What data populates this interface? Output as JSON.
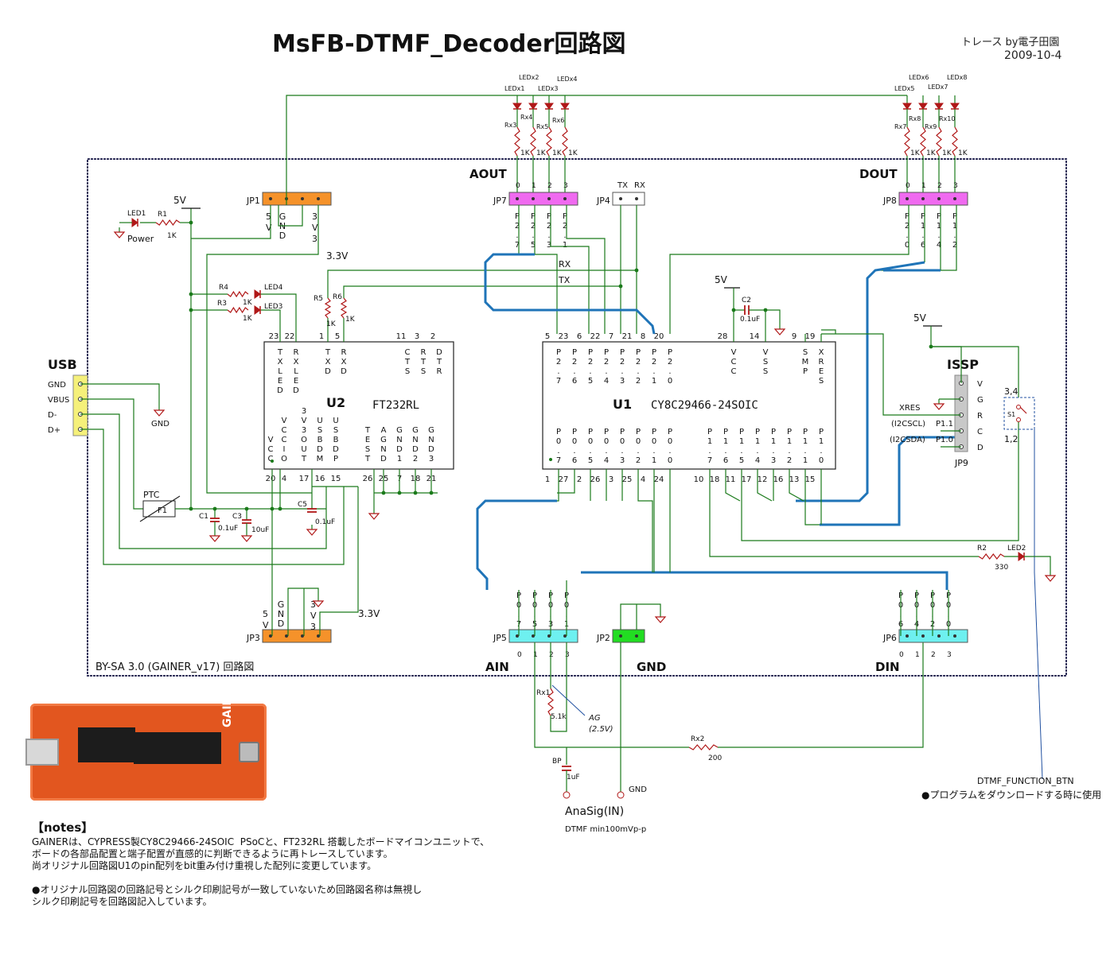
{
  "title": "MsFB-DTMF_Decoder回路図",
  "credit": "トレース by電子田園",
  "date": "2009-10-4",
  "board_footer": "BY-SA 3.0 (GAINER_v17) 回路図",
  "colors": {
    "board_border": "#30305a",
    "wire": "#1a7a1a",
    "bus": "#1f74b8",
    "component": "#b01818",
    "jumper_orange": "#f5922a",
    "jumper_magenta": "#f06af0",
    "jumper_cyan": "#6ef0f0",
    "jumper_green": "#22dd22",
    "connector_yellow": "#f5f07a"
  },
  "sections": {
    "aout": "AOUT",
    "dout": "DOUT",
    "ain": "AIN",
    "gnd": "GND",
    "din": "DIN",
    "usb": "USB",
    "issp": "ISSP"
  },
  "usb_pins": [
    "GND",
    "VBUS",
    "D-",
    "D+"
  ],
  "labels": {
    "v5": "5V",
    "v33": "3.3V",
    "gnd": "GND",
    "power": "Power",
    "led1": "LED1",
    "r1": "R1",
    "r1k": "1K",
    "jp1": "JP1",
    "jp1_pins": [
      "5",
      "V",
      "G",
      "N",
      "D",
      "3",
      "V",
      "3"
    ],
    "jp3": "JP3",
    "jp3_pins": [
      "5",
      "V",
      "G",
      "N",
      "D",
      "3",
      "V",
      "3"
    ],
    "jp4": "JP4",
    "jp4_pins": [
      "TX",
      "RX"
    ],
    "tx": "TX",
    "rx": "RX",
    "r4": "R4",
    "r3": "R3",
    "led4": "LED4",
    "led3": "LED3",
    "r5": "R5",
    "r6": "R6",
    "ptc": "PTC",
    "f1": "F1",
    "c1": "C1",
    "c1v": "0.1uF",
    "c3": "C3",
    "c3v": "10uF",
    "c5": "C5",
    "c5v": "0.1uF",
    "c2": "C2",
    "c2v": "0.1uF",
    "jp2": "JP2",
    "jp5": "JP5",
    "jp6": "JP6",
    "jp7": "JP7",
    "jp8": "JP8",
    "jp9": "JP9",
    "jp9_pins": [
      "V",
      "G",
      "R",
      "C",
      "D"
    ],
    "xres": "XRES",
    "i2cscl": "(I2CSCL)",
    "p11": "P1.1",
    "i2csda": "(I2CSDA)",
    "p10": "P1.0",
    "s1": "S1",
    "s1_top": "3,4",
    "s1_bot": "1,2",
    "r2": "R2",
    "r2v": "330",
    "led2": "LED2",
    "rx1": "Rx1",
    "rx1v": "5.1k",
    "ag": "AG",
    "agv": "(2.5V)",
    "rx2": "Rx2",
    "rx2v": "200",
    "bp": "BP",
    "bpv": "1uF",
    "anasig": "AnaSig(IN)",
    "dtmf_min": "DTMF min100mVp-p",
    "gnd_out": "GND",
    "dtmf_btn": "DTMF_FUNCTION_BTN",
    "dtmf_btn_note": "●プログラムをダウンロードする時に使用"
  },
  "u2": {
    "ref": "U2",
    "name": "FT232RL",
    "top_pins": [
      "23",
      "22",
      "1",
      "5",
      "11",
      "3",
      "2"
    ],
    "top_names": [
      "TXLED",
      "RXLED",
      "TXD",
      "RXD",
      "CTS",
      "RTS",
      "DTR"
    ],
    "bottom_pins": [
      "20",
      "4",
      "17",
      "16",
      "15",
      "26",
      "25",
      "7",
      "18",
      "21"
    ],
    "bottom_names": [
      "VCC",
      "VCCIO",
      "3V3OUT",
      "USBDM",
      "USBDP",
      "TEST",
      "AGND",
      "GND1",
      "GND2",
      "GND3"
    ]
  },
  "u1": {
    "ref": "U1",
    "name": "CY8C29466-24SOIC",
    "top_pins": [
      "5",
      "23",
      "6",
      "22",
      "7",
      "21",
      "8",
      "20",
      "28",
      "14",
      "9",
      "19"
    ],
    "top_names": [
      "P2.7",
      "P2.6",
      "P2.5",
      "P2.4",
      "P2.3",
      "P2.2",
      "P2.1",
      "P2.0",
      "VCC",
      "VSS",
      "SMP",
      "XRES"
    ],
    "bottom_pins": [
      "1",
      "27",
      "2",
      "26",
      "3",
      "25",
      "4",
      "24",
      "10",
      "18",
      "11",
      "17",
      "12",
      "16",
      "13",
      "15"
    ],
    "bottom_names": [
      "P0.7",
      "P0.6",
      "P0.5",
      "P0.4",
      "P0.3",
      "P0.2",
      "P0.1",
      "P0.0",
      "P1.7",
      "P1.6",
      "P1.5",
      "P1.4",
      "P1.3",
      "P1.2",
      "P1.1",
      "P1.0"
    ]
  },
  "aout_leds": [
    "LEDx1",
    "LEDx2",
    "LEDx3",
    "LEDx4"
  ],
  "aout_res": [
    "Rx3",
    "Rx4",
    "Rx5",
    "Rx6"
  ],
  "dout_leds": [
    "LEDx5",
    "LEDx6",
    "LEDx7",
    "LEDx8"
  ],
  "dout_res": [
    "Rx7",
    "Rx8",
    "Rx9",
    "Rx10"
  ],
  "res_value": "1K",
  "jp_index": [
    "0",
    "1",
    "2",
    "3"
  ],
  "jp7_ports": [
    "P2.7",
    "P2.5",
    "P2.3",
    "P2.1"
  ],
  "jp8_ports": [
    "P2.0",
    "P1.6",
    "P1.4",
    "P1.2"
  ],
  "jp5_ports": [
    "P0.7",
    "P0.5",
    "P0.3",
    "P0.1"
  ],
  "jp6_ports": [
    "P0.6",
    "P0.4",
    "P0.2",
    "P0.0"
  ],
  "notes_title": "【notes】",
  "notes_text": "GAINERは、CYPRESS製CY8C29466-24SOIC  PSoCと、FT232RL 搭載したボードマイコンユニットで、\nボードの各部品配置と端子配置が直感的に判断できるように再トレースしています。\n尚オリジナル回路図U1のpin配列をbit重み付け重視した配列に変更しています。\n\n●オリジナル回路図の回路記号とシルク印刷記号が一致していないため回路図名称は無視し\nシルク印刷記号を回路図記入しています。",
  "pcb_brand": "GAINER"
}
